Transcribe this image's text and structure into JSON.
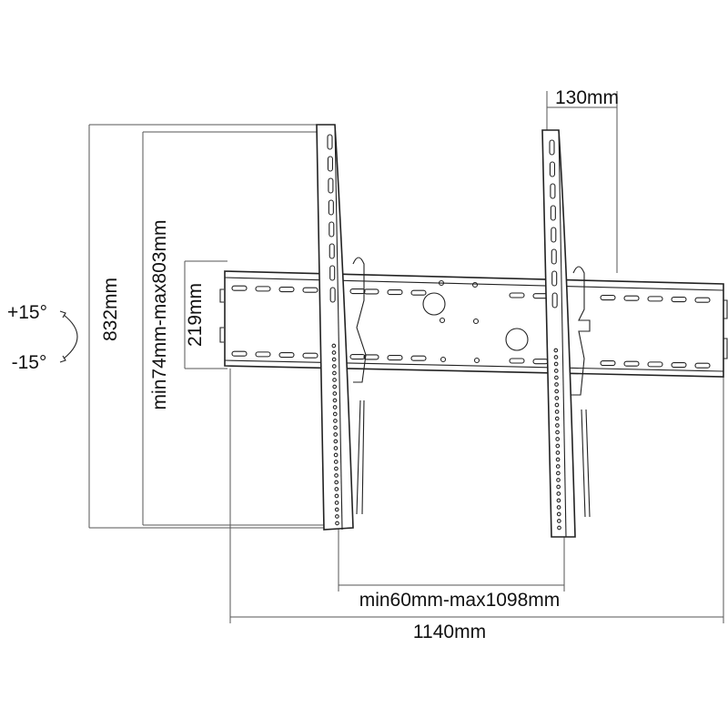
{
  "dimensions": {
    "top_offset": "130mm",
    "total_height": "832mm",
    "vertical_range": "min74mm-max803mm",
    "rail_height": "219mm",
    "horizontal_range": "min60mm-max1098mm",
    "total_width": "1140mm"
  },
  "tilt": {
    "up": "+15°",
    "down": "-15°"
  },
  "colors": {
    "line": "#222222",
    "dimension_line": "#555555",
    "background": "#ffffff"
  }
}
